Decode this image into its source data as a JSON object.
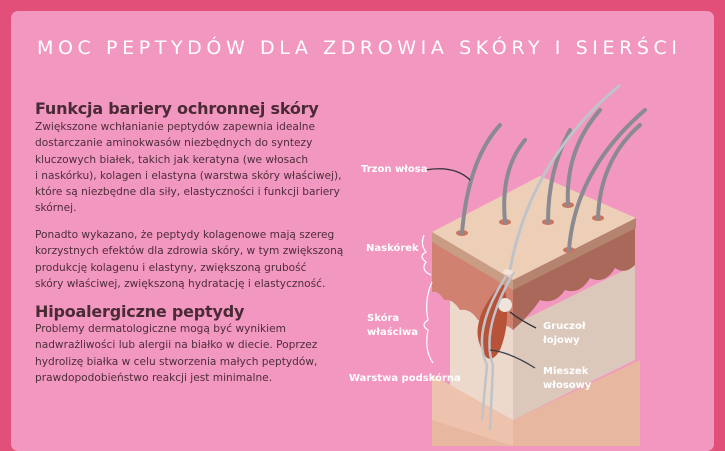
{
  "title": "MOC PEPTYDÓW DLA ZDROWIA SKÓRY I SIERŚCI",
  "section1": {
    "heading": "Funkcja bariery ochronnej skóry",
    "para1": [
      "Zwiększone wchłanianie peptydów zapewnia idealne",
      "dostarczanie aminokwasów niezbędnych do syntezy",
      "kluczowych białek, takich jak keratyna (we włosach",
      "i naskórku), kolagen i elastyna (warstwa skóry właściwej),",
      "które są niezbędne dla siły, elastyczności i funkcji bariery",
      "skórnej."
    ],
    "para2": [
      "Ponadto wykazano, że peptydy kolagenowe mają szereg",
      "korzystnych efektów dla zdrowia skóry, w tym zwiększoną",
      "produkcję kolagenu i elastyny, zwiększoną grubość",
      "skóry właściwej, zwiększoną hydratację i elastyczność."
    ]
  },
  "section2": {
    "heading": "Hipoalergiczne peptydy",
    "para": [
      "Problemy dermatologiczne mogą być wynikiem",
      "nadwrażliwości lub alergii na białko w diecie. Poprzez",
      "hydrolizę białka w celu stworzenia małych peptydów,",
      "prawdopodobieństwo reakcji jest minimalne."
    ]
  },
  "diagram": {
    "labels": {
      "hair_shaft": "Trzon włosa",
      "epidermis": "Naskórek",
      "dermis": [
        "Skóra",
        "właściwa"
      ],
      "subcutis": "Warstwa podskórna",
      "sebaceous": [
        "Gruczoł",
        "łojowy"
      ],
      "follicle": [
        "Mieszek",
        "włosowy"
      ]
    }
  }
}
